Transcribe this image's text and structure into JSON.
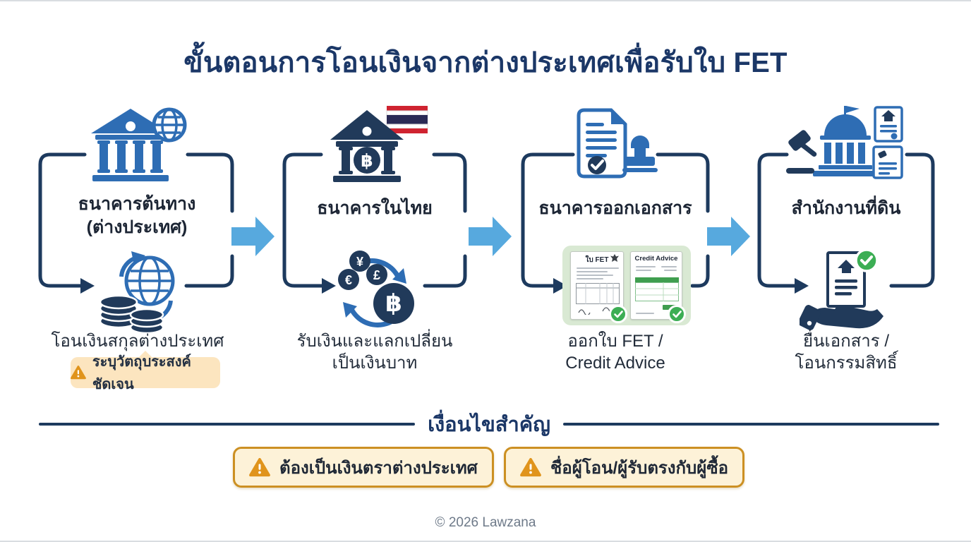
{
  "title": "ขั้นตอนการโอนเงินจากต่างประเทศเพื่อรับใบ FET",
  "steps": [
    {
      "title": "ธนาคารต้นทาง\n(ต่างประเทศ)",
      "caption": "โอนเงินสกุลต่างประเทศ",
      "note": "ระบุวัตถุประสงค์ชัดเจน",
      "icon": "bank-globe-icon",
      "sub_icon": "coins-globe-transfer-icon"
    },
    {
      "title": "ธนาคารในไทย",
      "caption": "รับเงินและแลกเปลี่ยน\nเป็นเงินบาท",
      "icon": "thai-bank-baht-icon",
      "sub_icon": "currency-exchange-icon"
    },
    {
      "title": "ธนาคารออกเอกสาร",
      "caption": "ออกใบ FET /\nCredit Advice",
      "icon": "document-stamp-icon",
      "documents": [
        {
          "title": "ใบ FET"
        },
        {
          "title": "Credit Advice"
        }
      ]
    },
    {
      "title": "สำนักงานที่ดิน",
      "caption": "ยื่นเอกสาร /\nโอนกรรมสิทธิ์",
      "icon": "land-office-icon",
      "sub_icon": "hand-document-icon"
    }
  ],
  "conditions": {
    "heading": "เงื่อนไขสำคัญ",
    "items": [
      "ต้องเป็นเงินตราต่างประเทศ",
      "ชื่อผู้โอน/ผู้รับตรงกับผู้ซื้อ"
    ]
  },
  "footer": {
    "copyright": "© 2026 Lawzana"
  },
  "symbols": {
    "baht": "฿",
    "yen": "¥",
    "pound": "£",
    "euro": "€"
  },
  "colors": {
    "title_navy": "#1b3767",
    "bracket_navy": "#1d3a5e",
    "icon_blue": "#2e6db4",
    "icon_dark_navy": "#213a5a",
    "flow_arrow_blue": "#57a9de",
    "warn_border_gold": "#cc9023",
    "warn_bg_cream": "#fdf2d8",
    "tooltip_cream": "#fce5bf",
    "warn_triangle_orange": "#e0941c",
    "panel_green": "#d9e9d3",
    "check_green": "#3cae54",
    "flag_red": "#cf2330",
    "flag_navy": "#2a2a55"
  }
}
